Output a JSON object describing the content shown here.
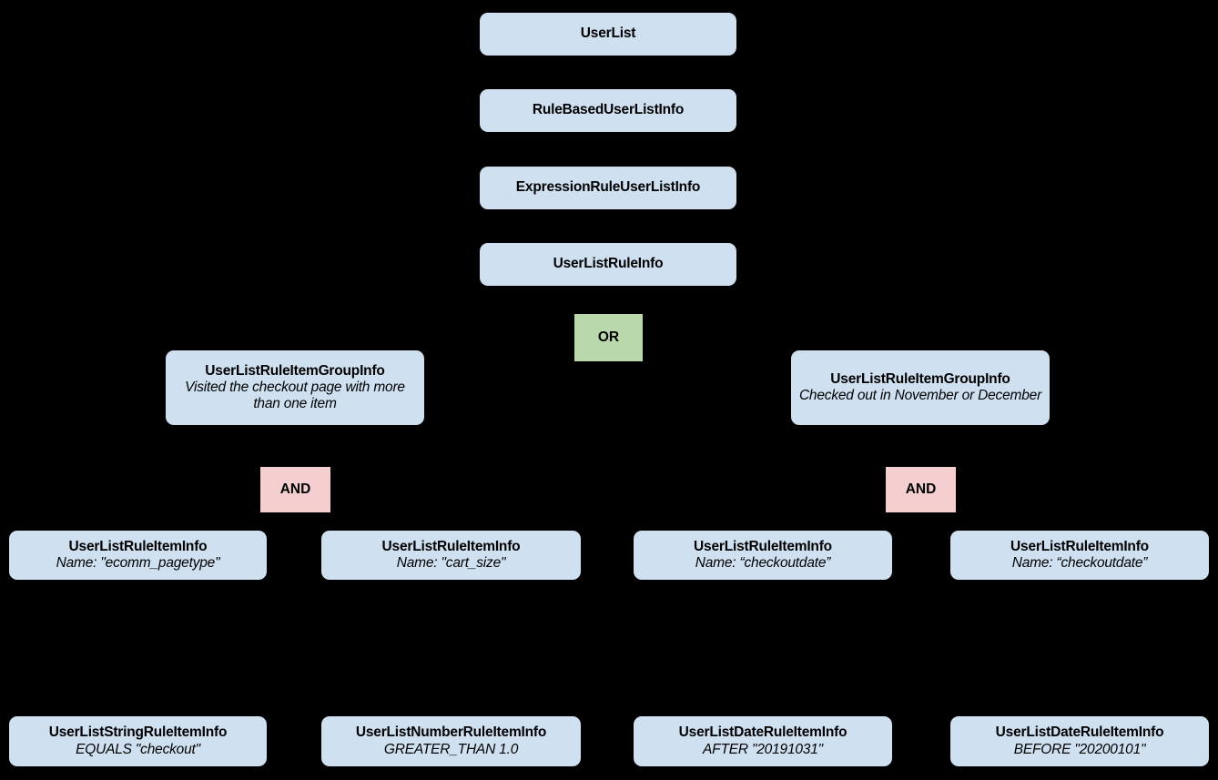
{
  "diagram": {
    "background_color": "#000000",
    "node_fill_color": "#cfe0f1",
    "or_operator_color": "#b9d8ab",
    "and_operator_color": "#f5cfcf",
    "text_color": "#000000",
    "nodes": [
      {
        "id": "user-list",
        "title": "UserList",
        "desc": ""
      },
      {
        "id": "rule-based",
        "title": "RuleBasedUserListInfo",
        "desc": ""
      },
      {
        "id": "expression-rule",
        "title": "ExpressionRuleUserListInfo",
        "desc": ""
      },
      {
        "id": "rule-info",
        "title": "UserListRuleInfo",
        "desc": ""
      },
      {
        "id": "group-left",
        "title": "UserListRuleItemGroupInfo",
        "desc": "Visited the checkout page with more than one item"
      },
      {
        "id": "group-right",
        "title": "UserListRuleItemGroupInfo",
        "desc": "Checked out in November or December"
      },
      {
        "id": "item-pagetype",
        "title": "UserListRuleItemInfo",
        "desc": "Name: \"ecomm_pagetype\""
      },
      {
        "id": "item-cartsize",
        "title": "UserListRuleItemInfo",
        "desc": "Name: \"cart_size\""
      },
      {
        "id": "item-checkout-1",
        "title": "UserListRuleItemInfo",
        "desc": "Name: “checkoutdate”"
      },
      {
        "id": "item-checkout-2",
        "title": "UserListRuleItemInfo",
        "desc": "Name: “checkoutdate”"
      },
      {
        "id": "string-rule",
        "title": "UserListStringRuleItemInfo",
        "desc": "EQUALS \"checkout\""
      },
      {
        "id": "number-rule",
        "title": "UserListNumberRuleItemInfo",
        "desc": "GREATER_THAN 1.0"
      },
      {
        "id": "date-rule-after",
        "title": "UserListDateRuleItemInfo",
        "desc": "AFTER \"20191031\""
      },
      {
        "id": "date-rule-before",
        "title": "UserListDateRuleItemInfo",
        "desc": "BEFORE \"20200101\""
      }
    ],
    "operators": [
      {
        "id": "or-operator",
        "label": "OR"
      },
      {
        "id": "and-operator-left",
        "label": "AND"
      },
      {
        "id": "and-operator-right",
        "label": "AND"
      }
    ]
  }
}
